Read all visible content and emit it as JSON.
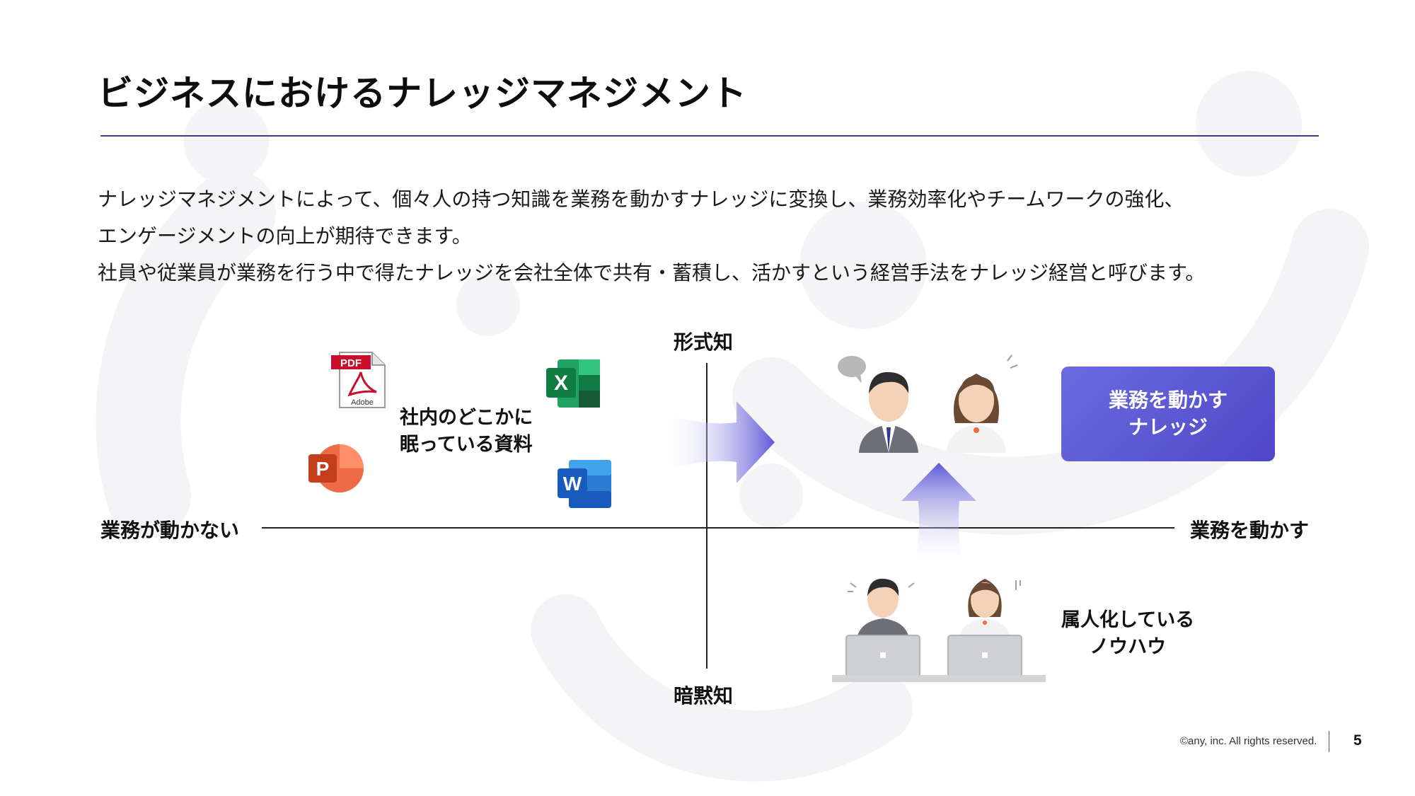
{
  "slide": {
    "title": "ビジネスにおけるナレッジマネジメント",
    "paragraph": [
      "ナレッジマネジメントによって、個々人の持つ知識を業務を動かすナレッジに変換し、業務効率化やチームワークの強化、",
      "エンゲージメントの向上が期待できます。",
      "社員や従業員が業務を行う中で得たナレッジを会社全体で共有・蓄積し、活かすという経営手法をナレッジ経営と呼びます。"
    ],
    "accent_color": "#3d3a9e",
    "box_color": "#5b55d3"
  },
  "diagram": {
    "axis_top": "形式知",
    "axis_bottom": "暗黙知",
    "axis_left": "業務が動かない",
    "axis_right": "業務を動かす",
    "docs_label": [
      "社内のどこかに",
      "眠っている資料"
    ],
    "knowledge_box": [
      "業務を動かす",
      "ナレッジ"
    ],
    "tacit_label": [
      "属人化している",
      "ノウハウ"
    ],
    "pdf_badge": "PDF",
    "adobe_text": "Adobe",
    "excel_letter": "X",
    "word_letter": "W",
    "ppt_letter": "P",
    "icons": [
      "pdf-icon",
      "excel-icon",
      "word-icon",
      "powerpoint-icon"
    ]
  },
  "footer": {
    "copyright": "©any, inc. All rights reserved.",
    "page_number": "5"
  }
}
